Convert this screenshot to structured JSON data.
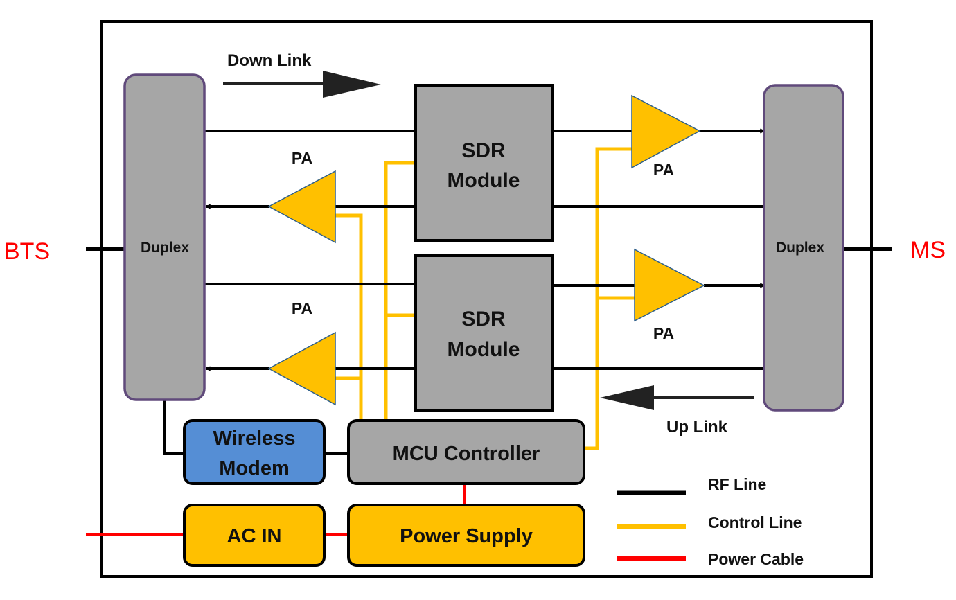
{
  "colors": {
    "rf_line": "#000000",
    "control_line": "#ffc000",
    "power_cable": "#ff0000",
    "block_gray": "#a6a6a6",
    "modem_blue": "#558ed5",
    "supply_orange": "#ffc000",
    "duplex_border": "#604a7b",
    "side_label": "#ff0000"
  },
  "sides": {
    "left": "BTS",
    "right": "MS"
  },
  "directions": {
    "downlink": "Down Link",
    "uplink": "Up Link"
  },
  "blocks": {
    "duplex_left": "Duplex",
    "duplex_right": "Duplex",
    "sdr_top": [
      "SDR",
      "Module"
    ],
    "sdr_bottom": [
      "SDR",
      "Module"
    ],
    "wireless_modem": [
      "Wireless",
      "Modem"
    ],
    "mcu": "MCU Controller",
    "ac_in": "AC IN",
    "power_supply": "Power Supply"
  },
  "amplifiers": {
    "pa_left_top": "PA",
    "pa_left_bottom": "PA",
    "pa_right_top": "PA",
    "pa_right_bottom": "PA"
  },
  "legend": [
    {
      "label": "RF Line",
      "color": "#000000"
    },
    {
      "label": "Control Line",
      "color": "#ffc000"
    },
    {
      "label": "Power Cable",
      "color": "#ff0000"
    }
  ]
}
